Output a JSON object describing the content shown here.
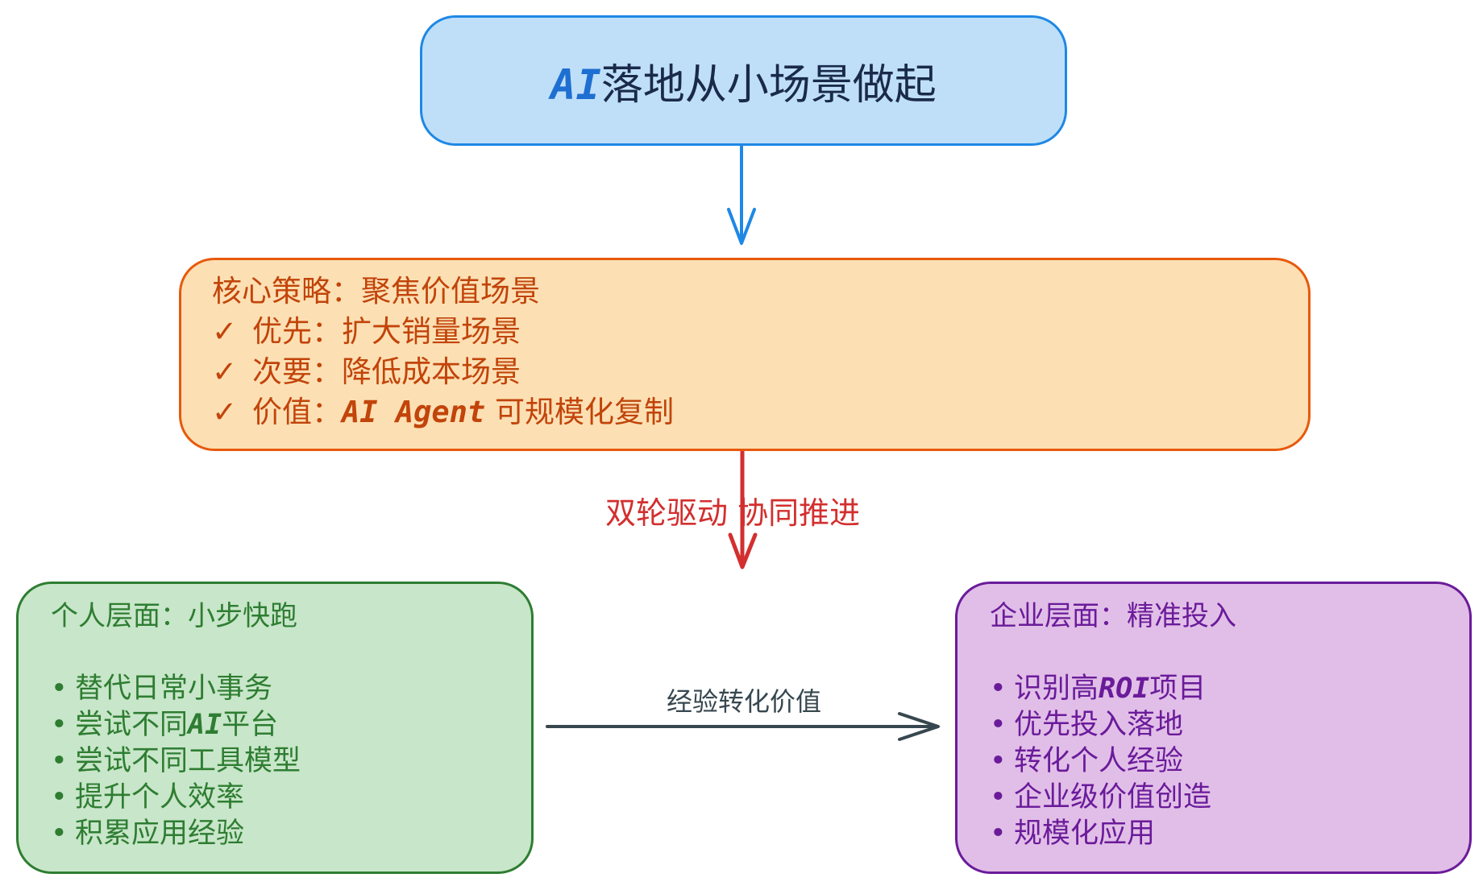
{
  "title": {
    "prefix": "AI",
    "rest": "落地从小场景做起"
  },
  "strategy": {
    "heading": "核心策略：聚焦价值场景",
    "check_glyph": "✓",
    "items": [
      {
        "text": "优先：扩大销量场景"
      },
      {
        "text": "次要：降低成本场景"
      },
      {
        "label": "价值：",
        "en": "AI Agent",
        "rest": " 可规模化复制"
      }
    ]
  },
  "arrow_labels": {
    "middle": "双轮驱动 协同推进",
    "bottom": "经验转化价值"
  },
  "personal": {
    "heading": "个人层面：小步快跑",
    "bullet": "•",
    "items": [
      {
        "text": "替代日常小事务"
      },
      {
        "pre": "尝试不同",
        "en": "AI",
        "post": "平台"
      },
      {
        "text": "尝试不同工具模型"
      },
      {
        "text": "提升个人效率"
      },
      {
        "text": "积累应用经验"
      }
    ]
  },
  "enterprise": {
    "heading": "企业层面：精准投入",
    "bullet": "•",
    "items": [
      {
        "pre": "识别高",
        "en": "ROI",
        "post": "项目"
      },
      {
        "text": "优先投入落地"
      },
      {
        "text": "转化个人经验"
      },
      {
        "text": "企业级价值创造"
      },
      {
        "text": "规模化应用"
      }
    ]
  },
  "colors": {
    "top_fill": "#bfdff8",
    "top_stroke": "#1e88e5",
    "mid_fill": "#fce0b4",
    "mid_stroke": "#e8590c",
    "left_fill": "#c8e6c9",
    "left_stroke": "#2e7d32",
    "right_fill": "#e1bee7",
    "right_stroke": "#6a1b9a",
    "arrow_blue": "#1e88e5",
    "arrow_red": "#d32f2f",
    "arrow_gray": "#37474f"
  }
}
